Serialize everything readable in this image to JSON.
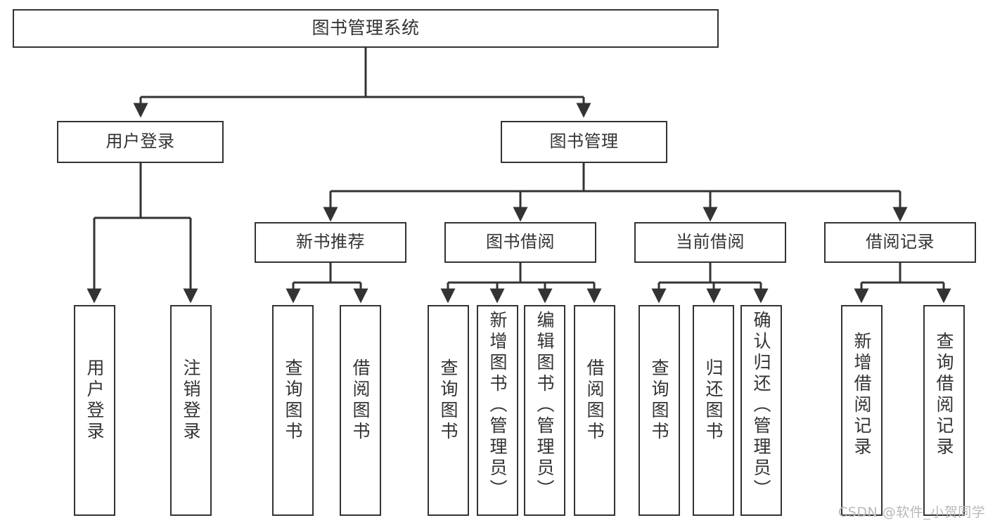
{
  "diagram": {
    "title": "图书管理系统",
    "type": "hierarchical-tree",
    "levels": 4,
    "nodes": {
      "root": {
        "label": "图书管理系统"
      },
      "level2": [
        {
          "id": "user-login",
          "label": "用户登录"
        },
        {
          "id": "book-management",
          "label": "图书管理"
        }
      ],
      "level3": [
        {
          "id": "new-book-recommend",
          "label": "新书推荐",
          "parent": "book-management"
        },
        {
          "id": "book-borrow",
          "label": "图书借阅",
          "parent": "book-management"
        },
        {
          "id": "current-borrow",
          "label": "当前借阅",
          "parent": "book-management"
        },
        {
          "id": "borrow-record",
          "label": "借阅记录",
          "parent": "book-management"
        }
      ],
      "leaves": [
        {
          "id": "leaf-user-login",
          "label": "用户登录",
          "parent": "user-login"
        },
        {
          "id": "leaf-logout-login",
          "label": "注销登录",
          "parent": "user-login"
        },
        {
          "id": "leaf-query-book-1",
          "label": "查询图书",
          "parent": "new-book-recommend"
        },
        {
          "id": "leaf-borrow-book-1",
          "label": "借阅图书",
          "parent": "new-book-recommend"
        },
        {
          "id": "leaf-query-book-2",
          "label": "查询图书",
          "parent": "book-borrow"
        },
        {
          "id": "leaf-add-book-admin",
          "label": "新增图书（管理员）",
          "parent": "book-borrow"
        },
        {
          "id": "leaf-edit-book-admin",
          "label": "编辑图书（管理员）",
          "parent": "book-borrow"
        },
        {
          "id": "leaf-borrow-book-2",
          "label": "借阅图书",
          "parent": "book-borrow"
        },
        {
          "id": "leaf-query-book-3",
          "label": "查询图书",
          "parent": "current-borrow"
        },
        {
          "id": "leaf-return-book",
          "label": "归还图书",
          "parent": "current-borrow"
        },
        {
          "id": "leaf-confirm-return-admin",
          "label": "确认归还（管理员）",
          "parent": "current-borrow"
        },
        {
          "id": "leaf-add-borrow-record",
          "label": "新增借阅记录",
          "parent": "borrow-record"
        },
        {
          "id": "leaf-query-borrow-record",
          "label": "查询借阅记录",
          "parent": "borrow-record"
        }
      ]
    },
    "colors": {
      "stroke": "#333333",
      "text": "#333333",
      "background": "#ffffff",
      "watermark": "#b8b8b8"
    }
  },
  "watermark": {
    "text": "CSDN @软件_小贺同学"
  }
}
